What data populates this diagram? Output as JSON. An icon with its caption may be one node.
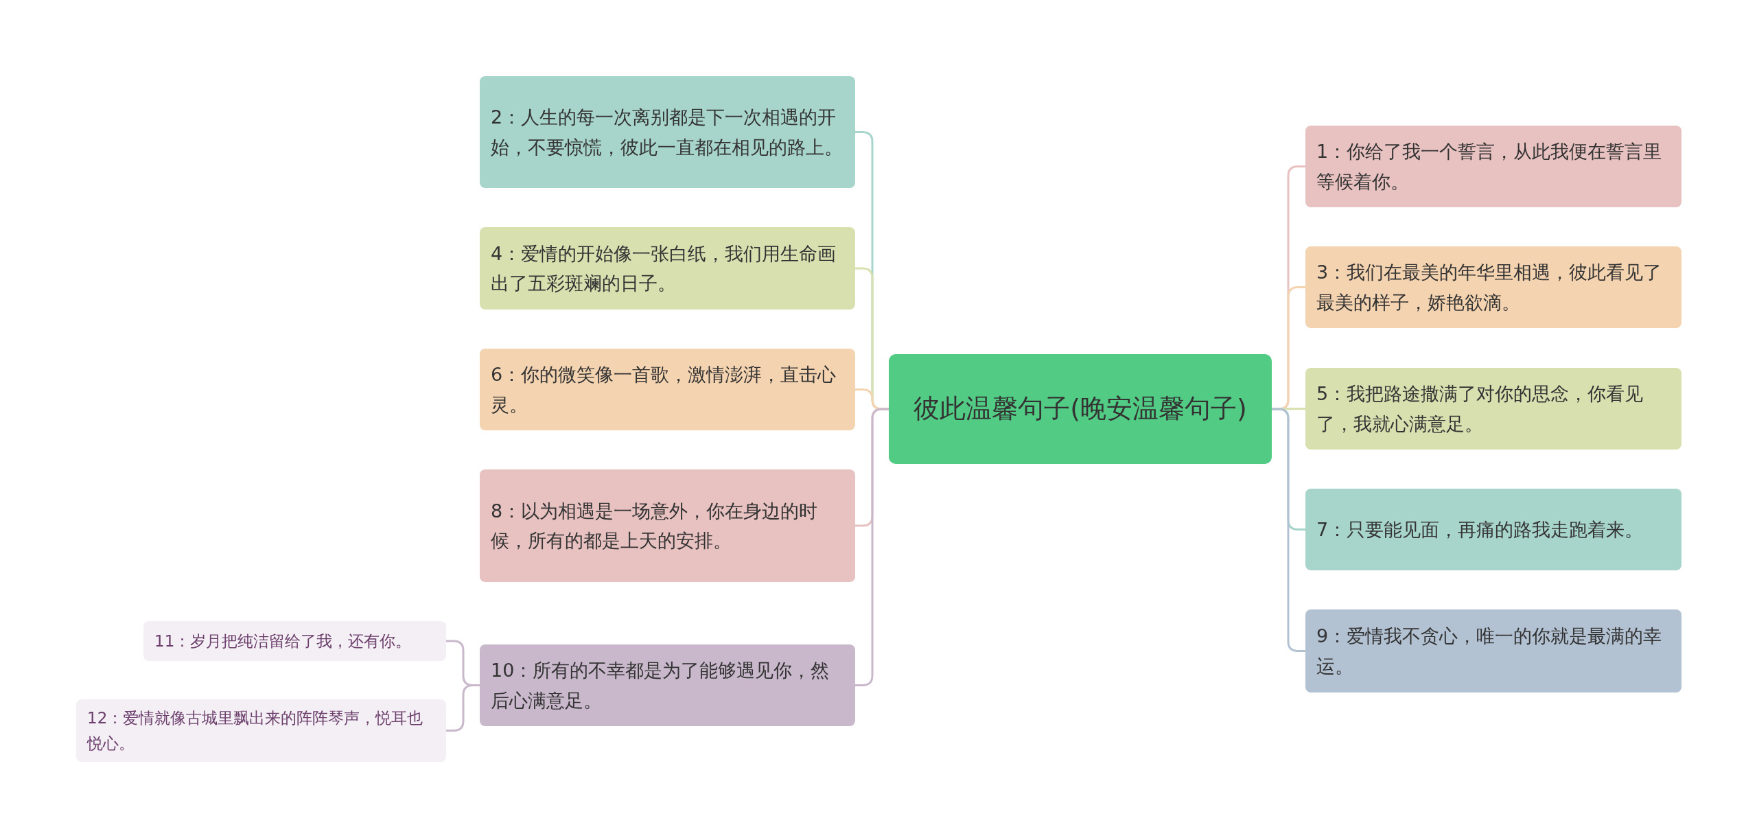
{
  "diagram": {
    "nodes": [
      {
        "text": [
          "彼此温馨句子(晚安温馨句子)"
        ]
      },
      {
        "text": [
          "2：人生的每一次离别都是下一次相遇的开始，不要惊慌，彼此一直都在相见的路上。"
        ]
      },
      {
        "text": [
          "4：爱情的开始像一张白纸，我们用生命画出了五彩斑斓的日子。"
        ]
      },
      {
        "text": [
          "6：你的微笑像一首歌，激情澎湃，直击心灵。"
        ]
      },
      {
        "text": [
          "8：以为相遇是一场意外，你在身边的时候，所有的都是上天的安排。"
        ]
      },
      {
        "text": [
          "10：所有的不幸都是为了能够遇见你，然后心满意足。"
        ]
      },
      {
        "text": [
          "11：岁月把纯洁留给了我，还有你。"
        ]
      },
      {
        "text": [
          "12：爱情就像古城里飘出来的阵阵琴声，悦耳也悦心。"
        ]
      },
      {
        "text": [
          "1：你给了我一个誓言，从此我便在誓言里等候着你。"
        ]
      },
      {
        "text": [
          "3：我们在最美的年华里相遇，彼此看见了最美的样子，娇艳欲滴。"
        ]
      },
      {
        "text": [
          "5：我把路途撒满了对你的思念，你看见了，我就心满意足。"
        ]
      },
      {
        "text": [
          "7：只要能见面，再痛的路我走跑着来。"
        ]
      },
      {
        "text": [
          "9：爱情我不贪心，唯一的你就是最满的幸运。"
        ]
      }
    ],
    "edges": [
      {
        "from": 0,
        "to": 1,
        "arrow": "none",
        "color": "#a8d5cb"
      },
      {
        "from": 0,
        "to": 2,
        "arrow": "none",
        "color": "#d9e0b0"
      },
      {
        "from": 0,
        "to": 3,
        "arrow": "none",
        "color": "#f4d3b0"
      },
      {
        "from": 0,
        "to": 4,
        "arrow": "none",
        "color": "#e8c1c1"
      },
      {
        "from": 0,
        "to": 5,
        "arrow": "none",
        "color": "#c9b8cc"
      },
      {
        "from": 5,
        "to": 6,
        "arrow": "none",
        "color": "#c9b8cc"
      },
      {
        "from": 5,
        "to": 7,
        "arrow": "none",
        "color": "#c9b8cc"
      },
      {
        "from": 0,
        "to": 8,
        "arrow": "none",
        "color": "#e8c1c1"
      },
      {
        "from": 0,
        "to": 9,
        "arrow": "none",
        "color": "#f4d3b0"
      },
      {
        "from": 0,
        "to": 10,
        "arrow": "none",
        "color": "#d9e0b0"
      },
      {
        "from": 0,
        "to": 11,
        "arrow": "none",
        "color": "#a8d5cb"
      },
      {
        "from": 0,
        "to": 12,
        "arrow": "none",
        "color": "#b3c2d3"
      }
    ]
  }
}
